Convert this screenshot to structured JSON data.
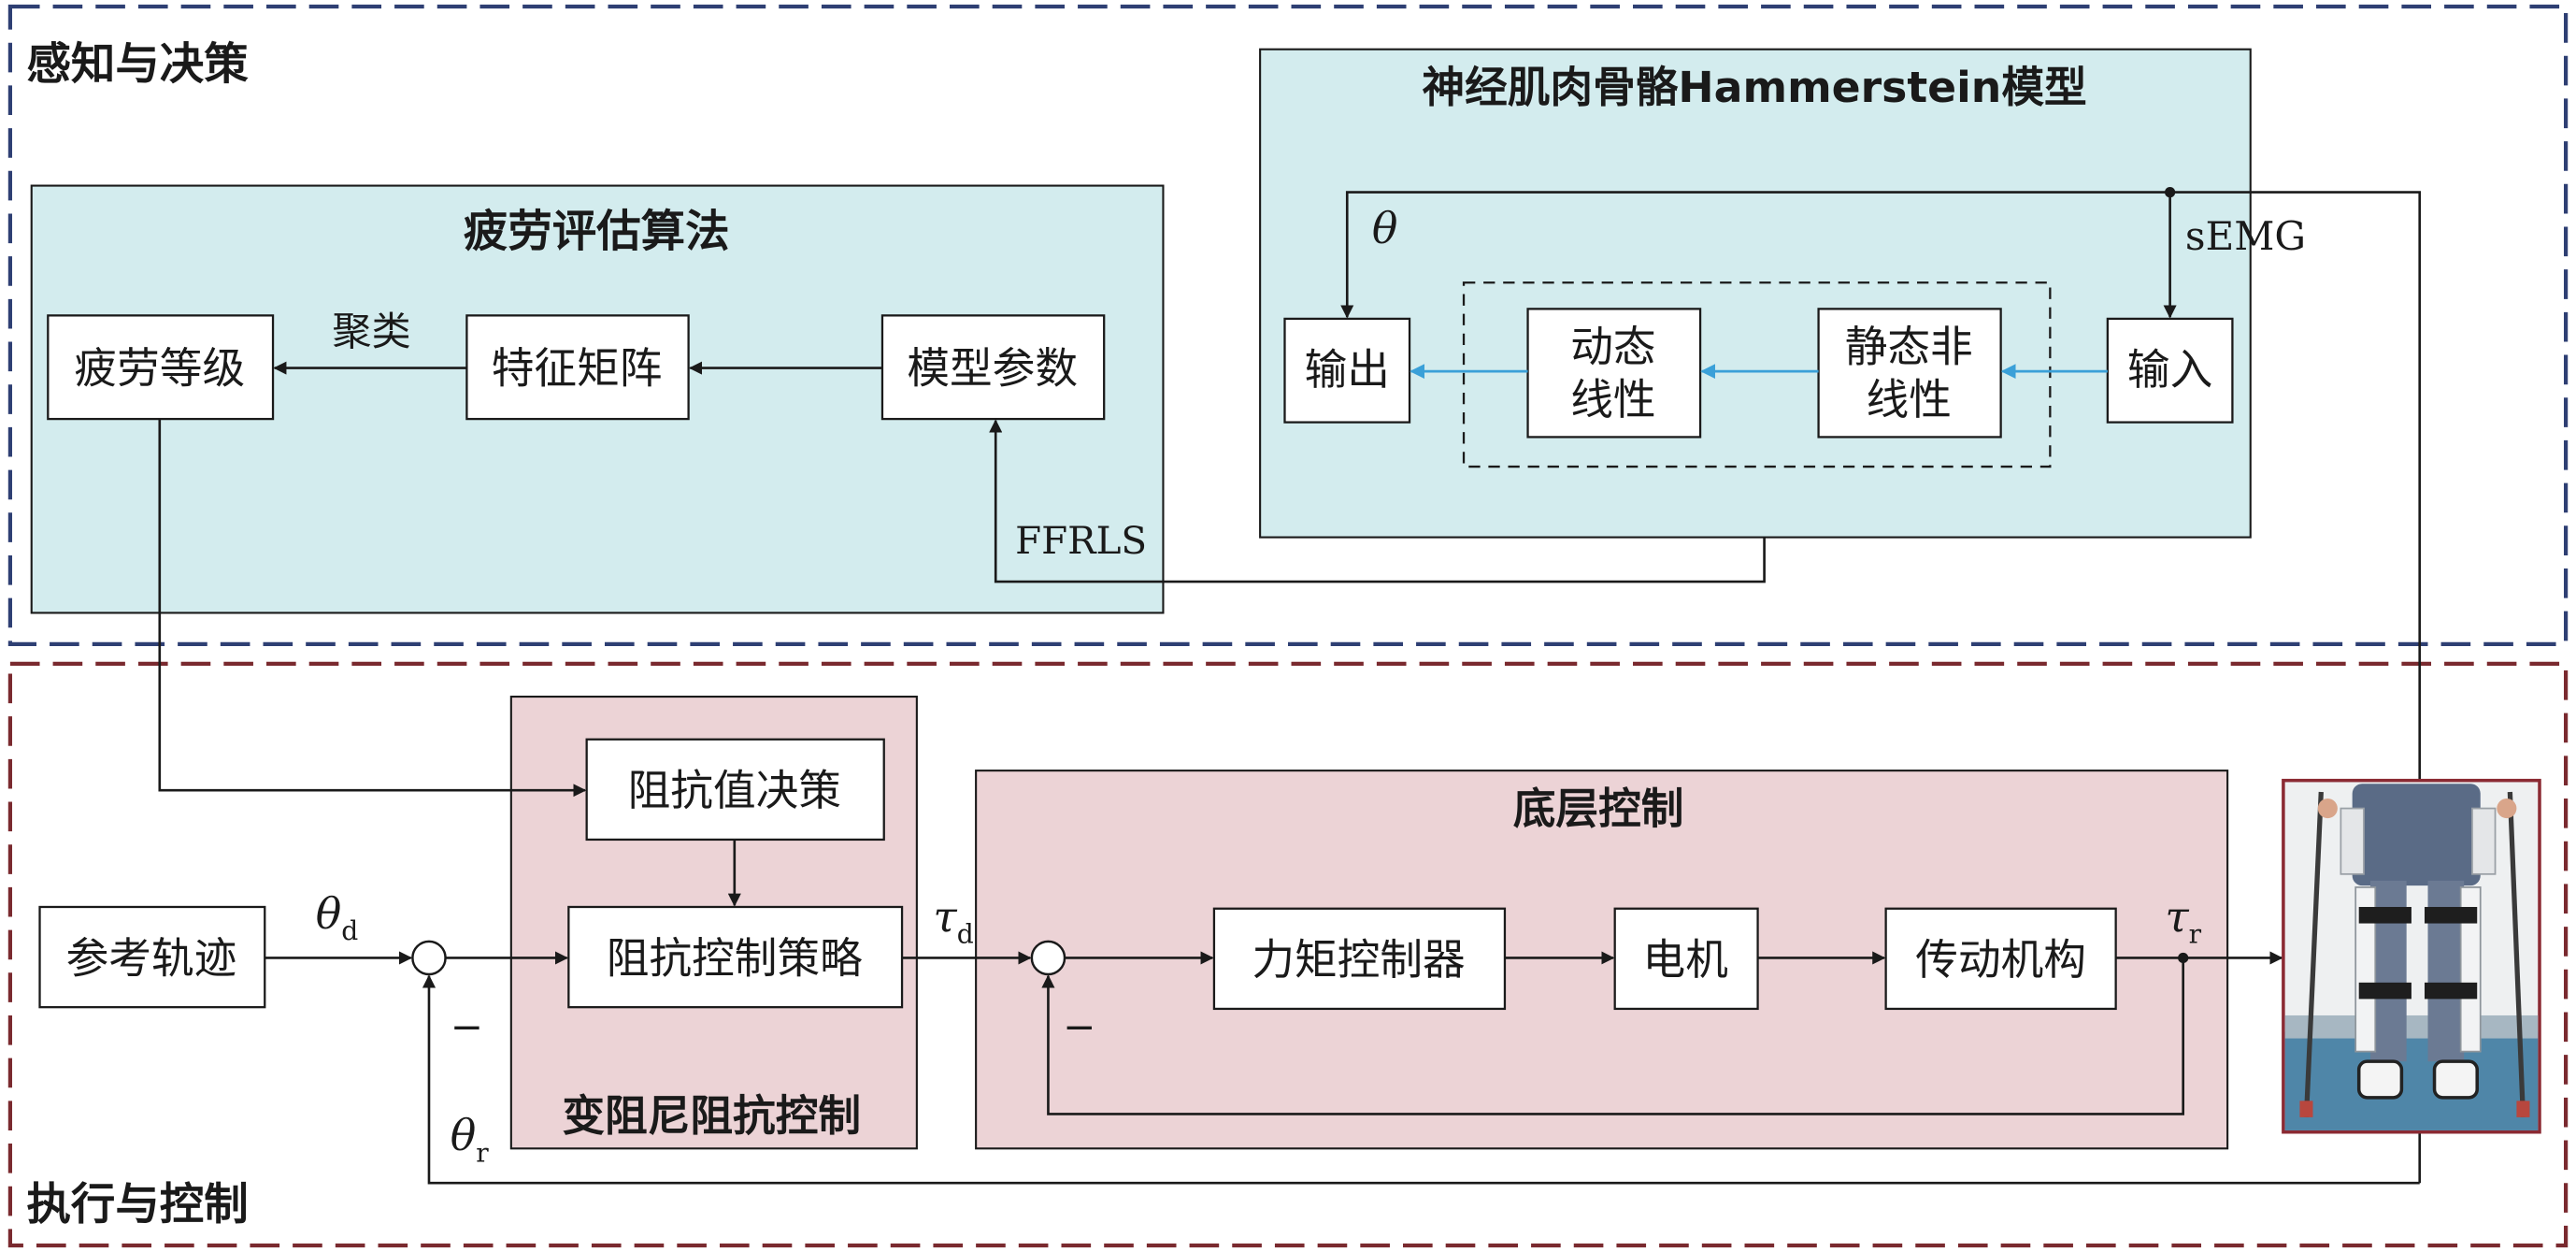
{
  "regions": {
    "perception": {
      "title": "感知与决策",
      "border_color": "#2e3f73"
    },
    "execution": {
      "title": "执行与控制",
      "border_color": "#7a2a2f"
    }
  },
  "panels": {
    "fatigue": {
      "title": "疲劳评估算法",
      "fill": "#d3ecee"
    },
    "hammerstein": {
      "title": "神经肌肉骨骼Hammerstein模型",
      "fill": "#d3ecee"
    },
    "impedance": {
      "title": "变阻尼阻抗控制",
      "fill": "#ecd3d6"
    },
    "low_level": {
      "title": "底层控制",
      "fill": "#ecd3d6"
    }
  },
  "blocks": {
    "fatigue_level": "疲劳等级",
    "feature_matrix": "特征矩阵",
    "model_params": "模型参数",
    "output": "输出",
    "dynamic_linear": [
      "动态",
      "线性"
    ],
    "static_nonlinear": [
      "静态非",
      "线性"
    ],
    "input": "输入",
    "reference": "参考轨迹",
    "impedance_decision": "阻抗值决策",
    "impedance_strategy": "阻抗控制策略",
    "torque_controller": "力矩控制器",
    "motor": "电机",
    "transmission": "传动机构"
  },
  "labels": {
    "clustering": "聚类",
    "ffrls": "FFRLS",
    "semg": "sEMG",
    "theta": "θ",
    "theta_d": {
      "main": "θ",
      "sub": "d"
    },
    "theta_r": {
      "main": "θ",
      "sub": "r"
    },
    "tau_d": {
      "main": "τ",
      "sub": "d"
    },
    "tau_r": {
      "main": "τ",
      "sub": "r"
    },
    "minus": "−"
  },
  "colors": {
    "line": "#1a1a1a",
    "blue_arrow": "#3aa0d8"
  },
  "photo": {
    "description_icon": "exoskeleton-photo"
  }
}
